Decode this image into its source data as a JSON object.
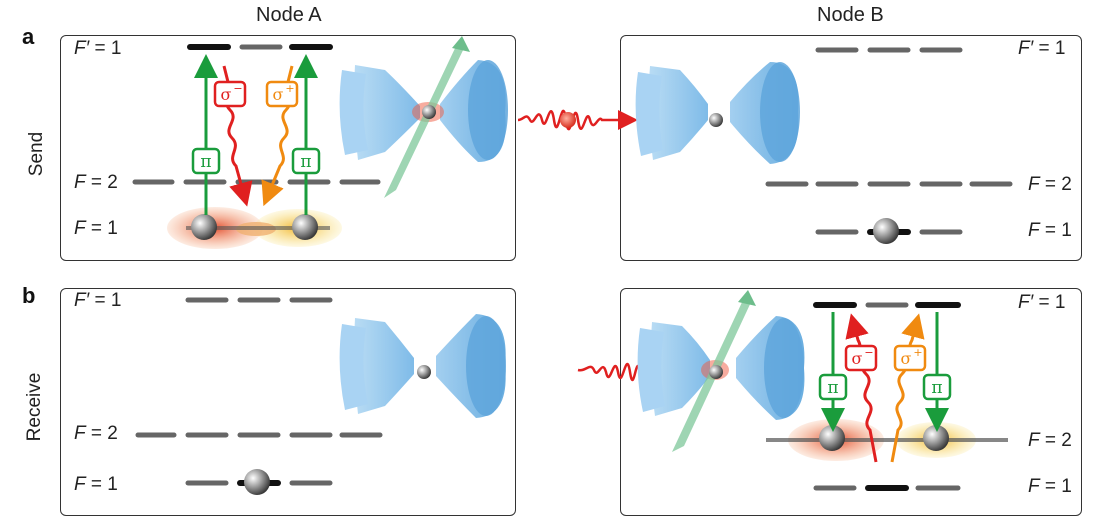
{
  "headers": {
    "node_a": "Node A",
    "node_b": "Node B"
  },
  "panels": {
    "a": "a",
    "b": "b"
  },
  "rows": {
    "send": "Send",
    "receive": "Receive"
  },
  "levels": {
    "f_prime_var": "F′",
    "f_var": "F",
    "eq1": " = 1",
    "eq2": " = 2"
  },
  "transitions": {
    "pi": "π",
    "sigma_minus": "σ",
    "sigma_minus_sup": "−",
    "sigma_plus": "σ",
    "sigma_plus_sup": "+"
  },
  "colors": {
    "pi": "#1a9c3c",
    "sigma_minus": "#e02020",
    "sigma_plus": "#f08a10",
    "cavity": "#8cc4ee",
    "level": "#666666",
    "occupied": "#111111"
  }
}
